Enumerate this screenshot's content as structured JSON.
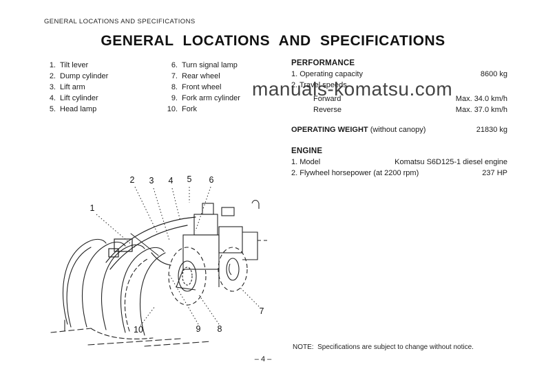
{
  "page": {
    "header": "GENERAL LOCATIONS AND SPECIFICATIONS",
    "title": "GENERAL LOCATIONS AND SPECIFICATIONS",
    "watermark": "manuals-komatsu.com",
    "note": "NOTE:  Specifications are subject to change without notice.",
    "page_number": "– 4 –"
  },
  "parts_list": {
    "col1": [
      {
        "num": "1.",
        "label": "Tilt lever"
      },
      {
        "num": "2.",
        "label": "Dump cylinder"
      },
      {
        "num": "3.",
        "label": "Lift arm"
      },
      {
        "num": "4.",
        "label": "Lift cylinder"
      },
      {
        "num": "5.",
        "label": "Head lamp"
      }
    ],
    "col2": [
      {
        "num": "6.",
        "label": "Turn signal lamp"
      },
      {
        "num": "7.",
        "label": "Rear wheel"
      },
      {
        "num": "8.",
        "label": "Front wheel"
      },
      {
        "num": "9.",
        "label": "Fork arm cylinder"
      },
      {
        "num": "10.",
        "label": "Fork"
      }
    ]
  },
  "specs": {
    "performance": {
      "heading": "PERFORMANCE",
      "row1": {
        "label": "1. Operating capacity",
        "value": "8600 kg"
      },
      "row2": {
        "label": "2. Travel speeds",
        "value": ""
      },
      "row3": {
        "label": "Forward",
        "value": "Max. 34.0 km/h"
      },
      "row4": {
        "label": "Reverse",
        "value": "Max. 37.0 km/h"
      }
    },
    "operating_weight": {
      "label_bold": "OPERATING WEIGHT",
      "label_normal": " (without canopy)",
      "value": "21830 kg"
    },
    "engine": {
      "heading": "ENGINE",
      "row1": {
        "label": "1. Model",
        "value": "Komatsu S6D125-1 diesel engine"
      },
      "row2": {
        "label": "2. Flywheel horsepower (at 2200 rpm)",
        "value": "237 HP"
      }
    }
  },
  "figure": {
    "callouts": [
      "1",
      "2",
      "3",
      "4",
      "5",
      "6",
      "7",
      "8",
      "9",
      "10"
    ]
  },
  "colors": {
    "ink": "#1a1a1a",
    "watermark": "#2a2a2a",
    "paper": "#ffffff"
  }
}
